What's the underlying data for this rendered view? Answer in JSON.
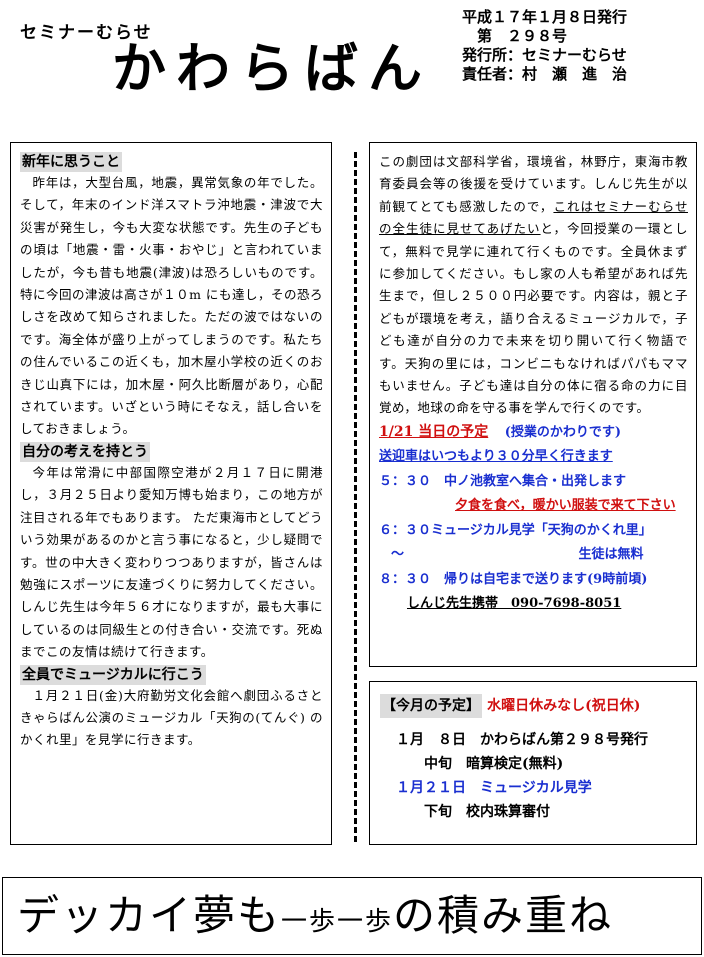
{
  "header": {
    "subtitle": "セミナーむらせ",
    "title": "かわらばん",
    "date": "平成１７年１月８日発行",
    "issue": "　第　２９８号",
    "publisher": "発行所：セミナーむらせ",
    "editor": "責任者：村　瀬　進　治"
  },
  "left": {
    "sections": [
      {
        "heading": "新年に思うこと",
        "body": "昨年は，大型台風，地震，異常気象の年でした。そして，年末のインド洋スマトラ沖地震・津波で大災害が発生し，今も大変な状態です。先生の子どもの頃は「地震・雷・火事・おやじ」と言われていましたが，今も昔も地震(津波)は恐ろしいものです。特に今回の津波は高さが１０m にも達し，その恐ろしさを改めて知らされました。ただの波ではないのです。海全体が盛り上がってしまうのです。私たちの住んでいるこの近くも，加木屋小学校の近くのおきじ山真下には，加木屋・阿久比断層があり，心配されています。いざという時にそなえ，話し合いをしておきましょう。"
      },
      {
        "heading": "自分の考えを持とう",
        "body": "今年は常滑に中部国際空港が２月１７日に開港し，３月２５日より愛知万博も始まり，この地方が注目される年でもあります。 ただ東海市としてどういう効果があるのかと言う事になると，少し疑問です。世の中大きく変わりつつありますが，皆さんは勉強にスポーツに友達づくりに努力してください。 しんじ先生は今年５６才になりますが，最も大事にしているのは同級生との付き合い・交流です。死ぬまでこの友情は続けて行きます。"
      },
      {
        "heading": "全員でミュージカルに行こう",
        "body": "１月２１日(金)大府勤労文化会館へ劇団ふるさときゃらばん公演のミュージカル「天狗の(てんぐ) のかくれ里」を見学に行きます。"
      }
    ]
  },
  "right": {
    "body_a": "この劇団は文部科学省，環境省，林野庁，東海市教育委員会等の後援を受けています。しんじ先生が以前観てとても感激したので，",
    "body_underlined": "これはセミナーむらせの全生徒に見せてあげたい",
    "body_b": "と，今回授業の一環として，無料で見学に連れて行くものです。全員休まずに参加してください。もし家の人も希望があれば先生まで，但し２５００円必要です。内容は，親と子どもが環境を考え，語り合えるミュージカルで，子ども達が自分の力で未来を切り開いて行く物語です。天狗の里には，コンビニもなければパパもママもいません。子ども達は自分の体に宿る命の力に目覚め，地球の命を守る事を学んで行くのです。",
    "event_date": "1/21 当日の予定",
    "event_note": "(授業のかわりです)",
    "notes": [
      "送迎車はいつもより３０分早く行きます",
      "５：３０　中ノ池教室へ集合・出発します",
      "夕食を食べ，暖かい服装で来て下さい",
      "６：３０ミュージカル見学「天狗のかくれ里」",
      "～",
      "生徒は無料",
      "８：３０　帰りは自宅まで送ります(9時前頃)",
      "しんじ先生携帯　090-7698-8051"
    ]
  },
  "schedule": {
    "heading": "【今月の予定】",
    "holiday": "水曜日休みなし(祝日休)",
    "items": [
      "１月　８日　かわらばん第２９８号発行",
      "　　中旬　暗算検定(無料)",
      "１月２１日　ミュージカル見学",
      "　　下旬　校内珠算審付"
    ]
  },
  "slogan": {
    "part1": "デッカイ夢も",
    "part2": "一歩一歩",
    "part3": "の積み重ね"
  },
  "colors": {
    "blue": "#1a2fd0",
    "red": "#d01010",
    "heading_bg": "#dcdcdc"
  }
}
